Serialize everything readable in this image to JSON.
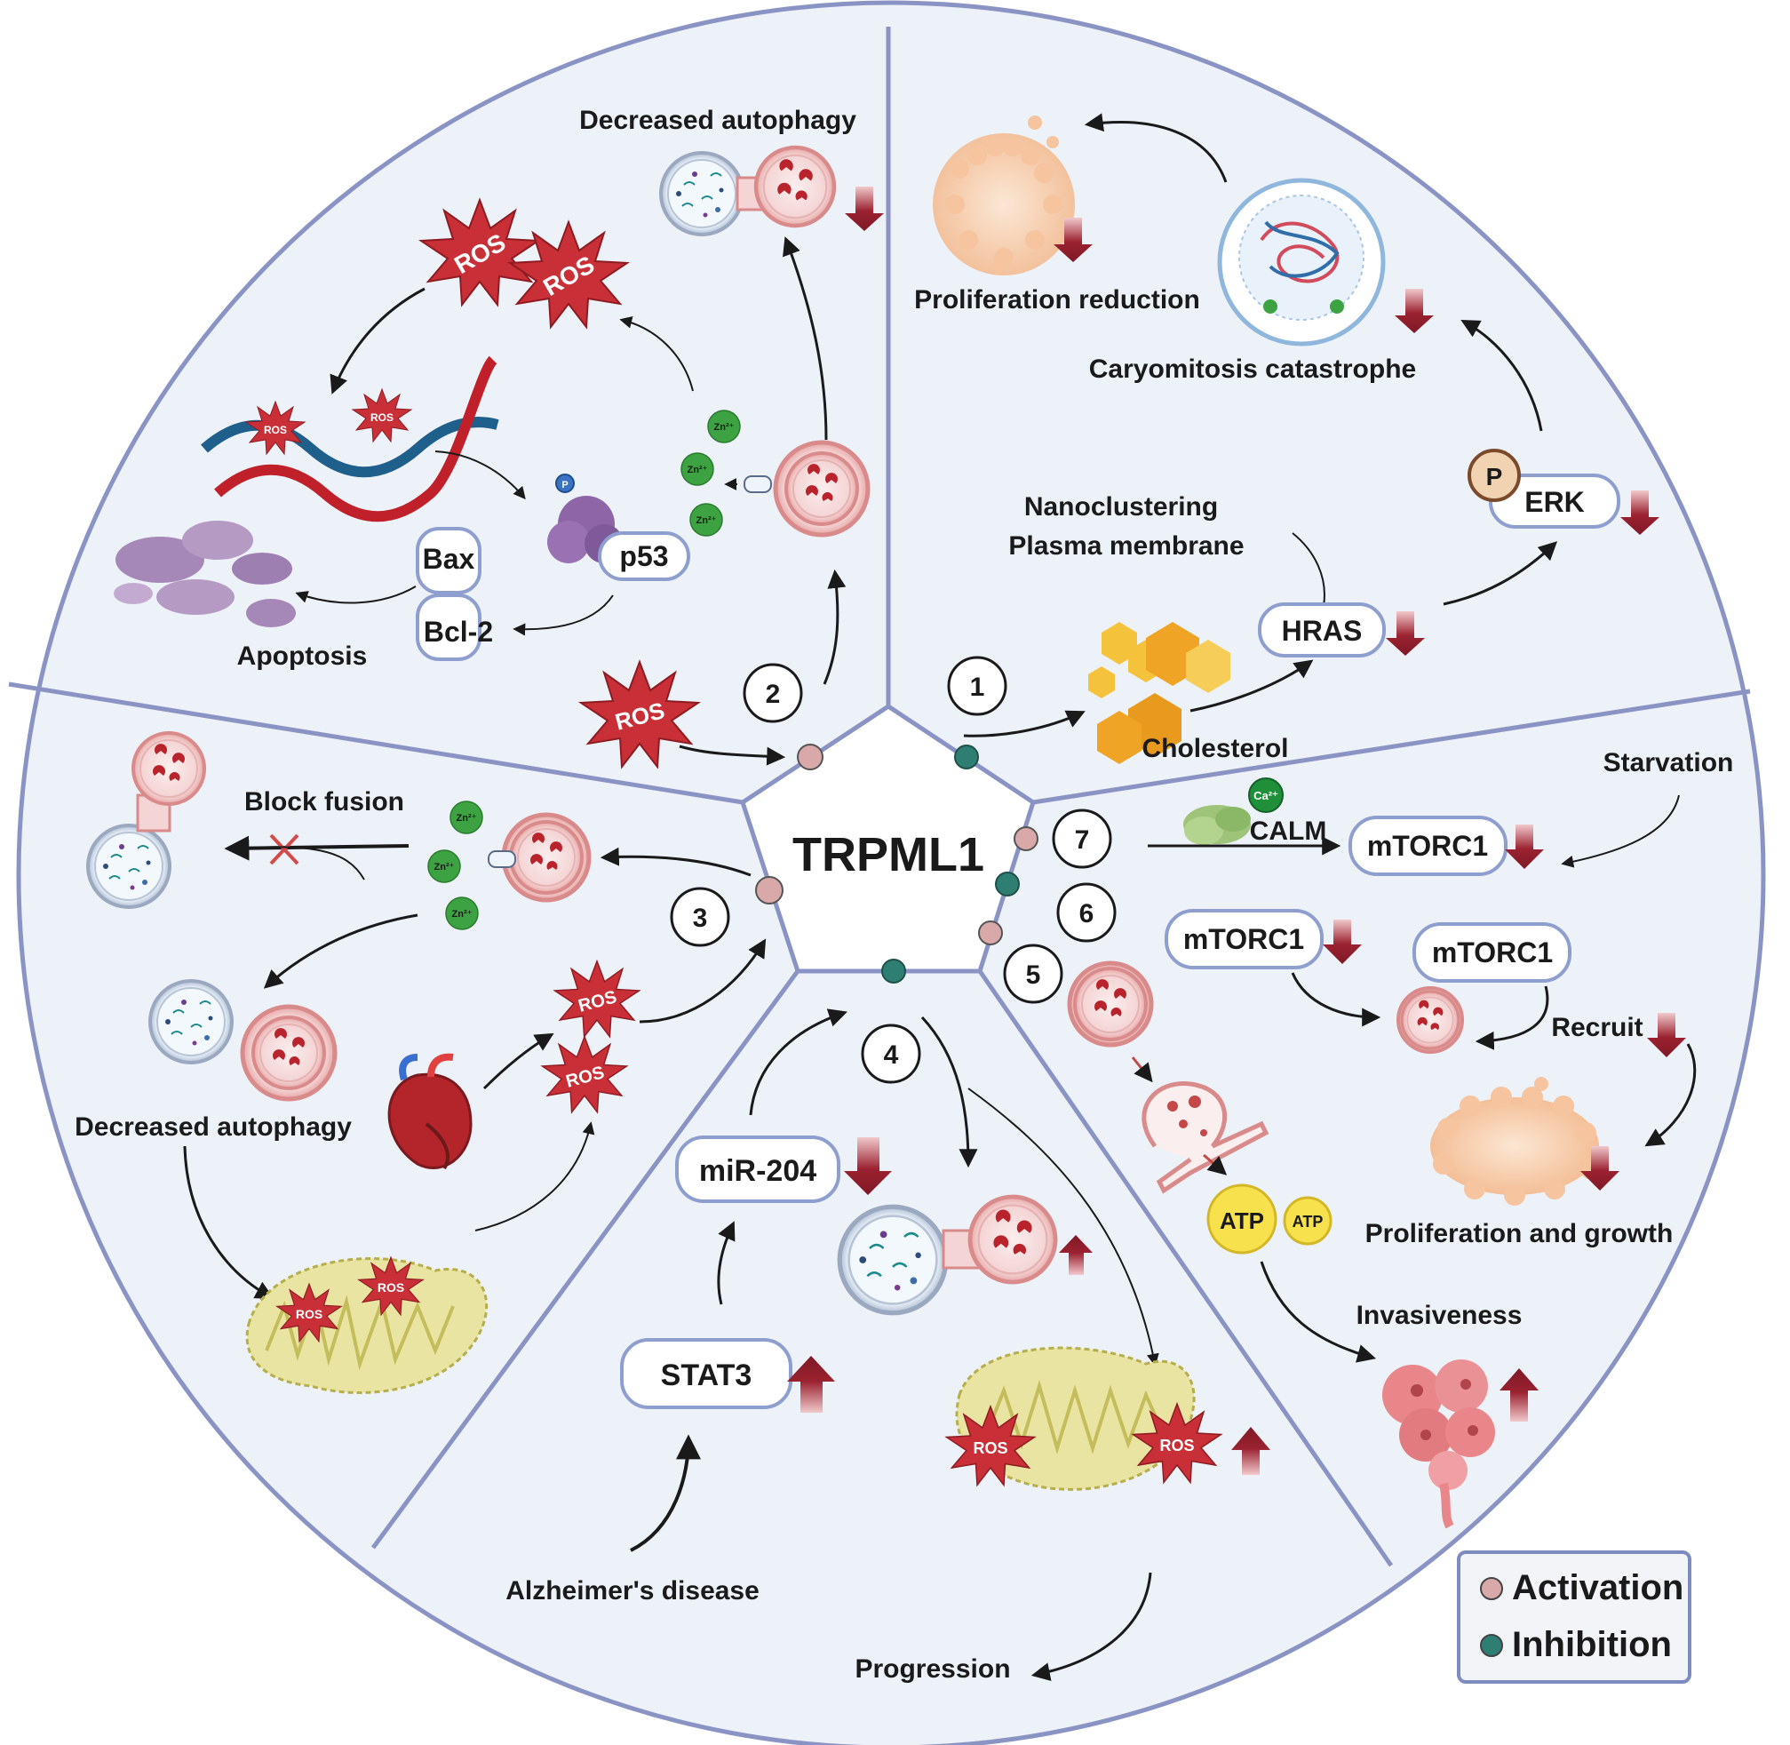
{
  "center_title": "TRPML1",
  "numbers": [
    "1",
    "2",
    "3",
    "4",
    "5",
    "6",
    "7"
  ],
  "segment1": {
    "proliferation_reduction": "Proliferation reduction",
    "caryomitosis": "Caryomitosis catastrophe",
    "nanoclustering_line1": "Nanoclustering",
    "nanoclustering_line2": "Plasma membrane",
    "hras": "HRAS",
    "erk": "ERK",
    "p": "P",
    "cholesterol": "Cholesterol"
  },
  "segment2": {
    "decreased_autophagy": "Decreased autophagy",
    "ros": "ROS",
    "bax": "Bax",
    "bcl2": "Bcl-2",
    "p53": "p53",
    "p_small": "P",
    "apoptosis": "Apoptosis",
    "zn": "Zn²⁺"
  },
  "segment3": {
    "block_fusion": "Block fusion",
    "decreased_autophagy": "Decreased autophagy",
    "ros": "ROS"
  },
  "segment4": {
    "mir204": "miR-204",
    "stat3": "STAT3",
    "alzheimers": "Alzheimer's disease",
    "progression": "Progression",
    "ros": "ROS"
  },
  "segment5": {
    "atp": "ATP",
    "invasiveness": "Invasiveness"
  },
  "segment6": {
    "mtorc1_a": "mTORC1",
    "mtorc1_b": "mTORC1",
    "recruit": "Recruit",
    "proliferation_growth": "Proliferation and growth"
  },
  "segment7": {
    "starvation": "Starvation",
    "calm": "CALM",
    "ca": "Ca²⁺",
    "mtorc1": "mTORC1"
  },
  "legend": {
    "activation": "Activation",
    "inhibition": "Inhibition",
    "activation_color": "#d9a8a8",
    "inhibition_color": "#2f7e74"
  },
  "colors": {
    "background": "#edf1f8",
    "divider": "#8a94c4",
    "arrow_down": "#9b2230",
    "ros_fill": "#c92f36"
  }
}
